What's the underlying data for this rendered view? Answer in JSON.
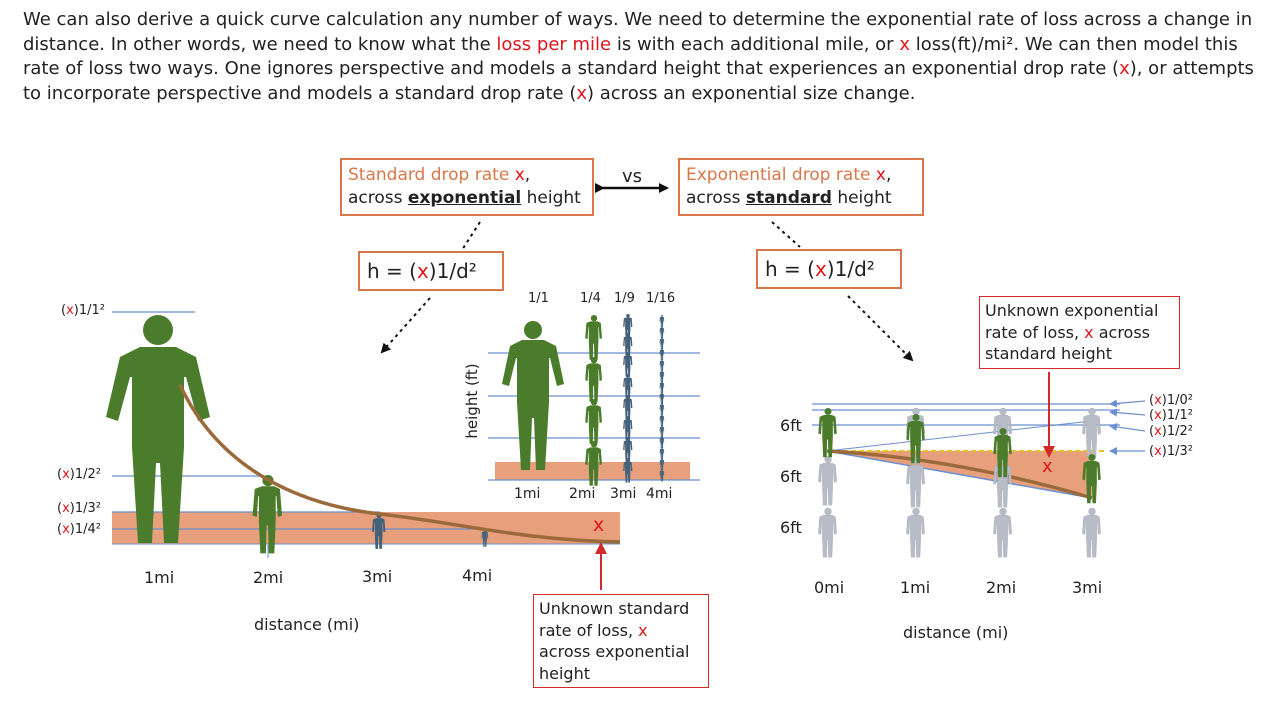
{
  "intro": {
    "p1": "We can also derive a quick curve calculation any number of ways.  We need to determine the exponential rate of loss across a change in distance.  In other words, we need to know what the ",
    "loss_per_mile": "loss per mile",
    "p2": " is with each additional mile, or ",
    "x": "x",
    "p3": " loss(ft)/mi². We can then model this rate of loss two ways.  One ignores perspective and models a standard height that experiences an exponential drop rate (",
    "p4": "), or attempts to incorporate perspective and models a standard drop rate (",
    "p5": ") across an exponential size change."
  },
  "comparison": {
    "left": {
      "line1": "Standard drop rate ",
      "x": "x",
      "comma": ",",
      "line2_pre": "across ",
      "line2_bold": "exponential",
      "line2_post": " height"
    },
    "vs": "vs",
    "right": {
      "line1": "Exponential drop rate ",
      "x": "x",
      "comma": ",",
      "line2_pre": "across ",
      "line2_bold": "standard",
      "line2_post": " height"
    }
  },
  "equations": {
    "left": {
      "pre": "h = (",
      "x": "x",
      "post": ")1/d²"
    },
    "right": {
      "pre": "h = (",
      "x": "x",
      "post": ")1/d²"
    }
  },
  "left_chart": {
    "height_labels": [
      "1/1²",
      "1/2²",
      "1/3²",
      "1/4²"
    ],
    "x_mark": "x",
    "distance_ticks": [
      "1mi",
      "2mi",
      "3mi",
      "4mi"
    ],
    "xlabel": "distance (mi)",
    "note": {
      "l1": "Unknown standard",
      "l2a": "rate of loss, ",
      "x": "x",
      "l3": "across exponential",
      "l4": "height"
    }
  },
  "inset_chart": {
    "top_labels": [
      "1/1",
      "1/4",
      "1/9",
      "1/16"
    ],
    "ylabel": "height (ft)",
    "ticks": [
      "1mi",
      "2mi",
      "3mi",
      "4mi"
    ]
  },
  "right_chart": {
    "height_labels": [
      "6ft",
      "6ft",
      "6ft"
    ],
    "rate_labels": [
      "1/0²",
      "1/1²",
      "1/2²",
      "1/3²"
    ],
    "x_mark": "x",
    "ticks": [
      "0mi",
      "1mi",
      "2mi",
      "3mi"
    ],
    "xlabel": "distance (mi)",
    "note": {
      "l1": "Unknown exponential",
      "l2a": "rate of loss, ",
      "x": "x",
      "l2b": " across",
      "l3": "standard height"
    }
  },
  "colors": {
    "accent_red": "#e0161c",
    "orange_border": "#d8784a",
    "fill_orange": "#e8a07c",
    "figure_green": "#4a7c2b",
    "curve_brown": "#9b6a3a",
    "grid_blue": "#6b8fd0",
    "figure_gray": "#b7bcc7"
  }
}
